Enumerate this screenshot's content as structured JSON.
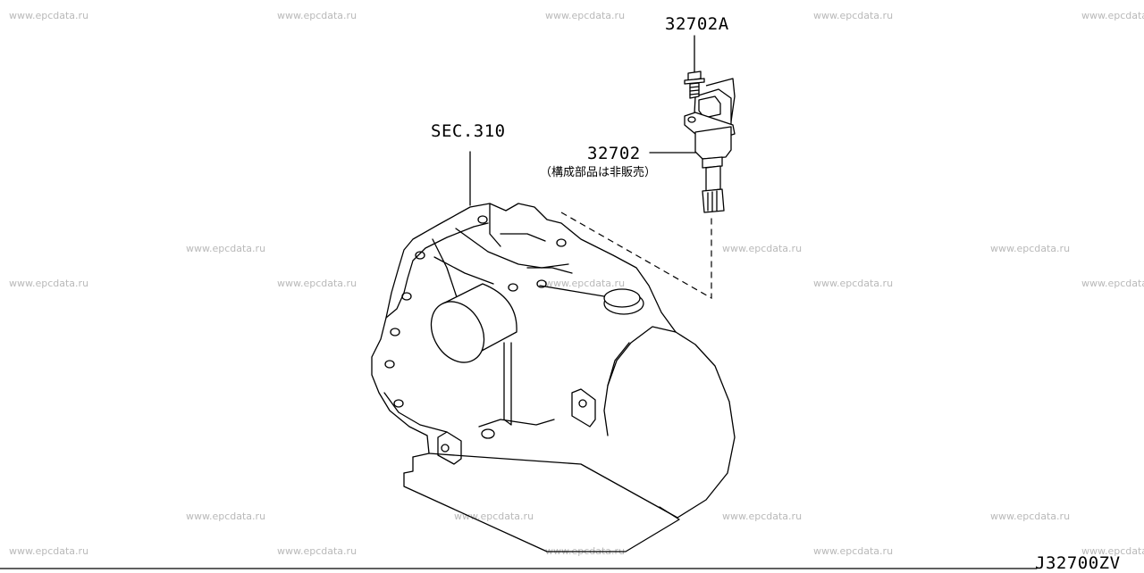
{
  "watermark": "www.epcdata.ru",
  "callouts": {
    "part_sensor": "32702",
    "part_sensor_note": "（構成部品は非販売）",
    "part_bolt": "32702A",
    "section_ref": "SEC.310",
    "figure_code": "J32700ZV"
  }
}
